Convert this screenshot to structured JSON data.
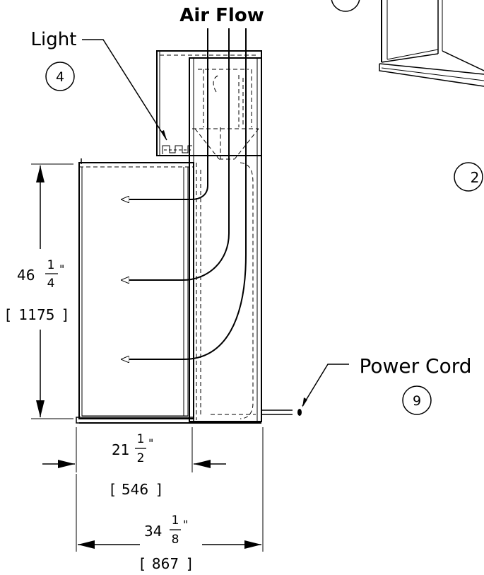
{
  "header": {
    "title": "Air Flow"
  },
  "callouts": {
    "light": {
      "label": "Light",
      "number": "4"
    },
    "power_cord": {
      "label": "Power Cord",
      "number": "9"
    },
    "partial_left": {
      "number": "2"
    },
    "partial_top": {
      "number": ""
    }
  },
  "dimensions": {
    "height": {
      "whole": "46",
      "num": "1",
      "den": "4",
      "unit": "\"",
      "metric": "1175"
    },
    "inner_width": {
      "whole": "21",
      "num": "1",
      "den": "2",
      "unit": "\"",
      "metric": "546"
    },
    "overall_width": {
      "whole": "34",
      "num": "1",
      "den": "8",
      "unit": "\"",
      "metric": "867"
    }
  }
}
